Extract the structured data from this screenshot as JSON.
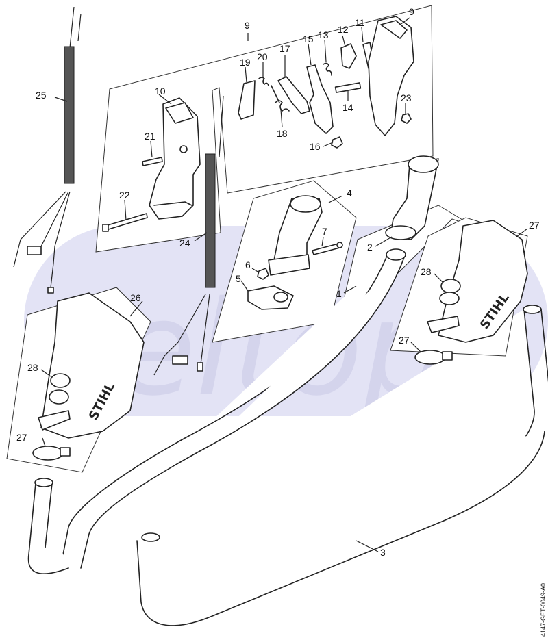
{
  "diagram": {
    "watermark": "seltop",
    "reference_code": "4147-GET-0049-A0",
    "brand_logo": "STIHL",
    "colors": {
      "watermark_band": "#d9daf2",
      "line": "#222222",
      "background": "#ffffff"
    },
    "callouts": [
      "1",
      "2",
      "3",
      "4",
      "5",
      "6",
      "7",
      "8",
      "9",
      "9",
      "10",
      "11",
      "12",
      "13",
      "14",
      "15",
      "16",
      "17",
      "18",
      "19",
      "20",
      "21",
      "22",
      "23",
      "24",
      "25",
      "26",
      "27",
      "27",
      "28",
      "28"
    ]
  }
}
